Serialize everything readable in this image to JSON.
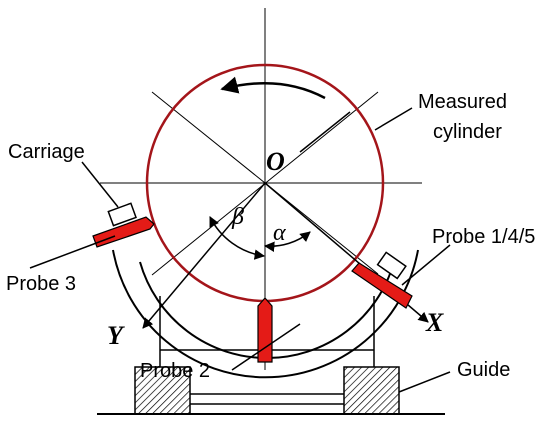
{
  "labels": {
    "measured": "Measured",
    "cylinder": "cylinder",
    "carriage": "Carriage",
    "probe3": "Probe 3",
    "probe2": "Probe 2",
    "probe145": "Probe 1/4/5",
    "guide": "Guide"
  },
  "symbols": {
    "center": "O",
    "alpha": "α",
    "beta": "β",
    "x_axis": "X",
    "y_axis": "Y"
  },
  "colors": {
    "cylinder": "#a4151a",
    "probe": "#e41b17",
    "line": "#000000",
    "hatch": "#000000"
  }
}
